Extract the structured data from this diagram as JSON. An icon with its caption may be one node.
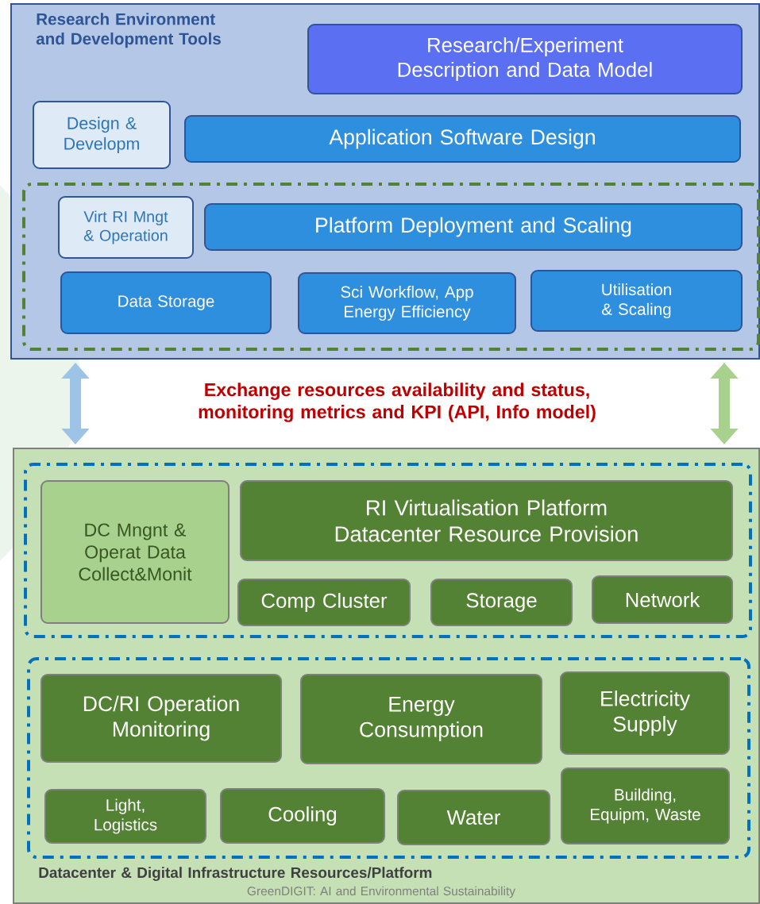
{
  "diagram": {
    "nodes": [
      {
        "text": [
          "Research Environment and Development Tools"
        ]
      },
      {
        "text": [
          "Research/Experiment Description and Data Model"
        ],
        "in": 0
      },
      {
        "text": [
          "Design & Developm"
        ],
        "in": 0
      },
      {
        "text": [
          "Application Software Design"
        ],
        "in": 0
      },
      {
        "text": [],
        "shape": "box",
        "in": 0
      },
      {
        "text": [
          "Virt RI Mngt & Operation"
        ],
        "in": 4
      },
      {
        "text": [
          "Platform Deployment and Scaling"
        ],
        "in": 4
      },
      {
        "text": [
          "Data Storage"
        ],
        "in": 4
      },
      {
        "text": [
          "Sci Workflow, App Energy Efficiency"
        ],
        "in": 4
      },
      {
        "text": [
          "Utilisation & Scaling"
        ],
        "in": 4
      },
      {
        "text": [
          "Datacenter & Digital Infrastructure Resources/Platform"
        ]
      },
      {
        "text": [],
        "shape": "box",
        "in": 10
      },
      {
        "text": [
          "DC Mngnt & Operat Data Collect&Monit"
        ],
        "in": 11
      },
      {
        "text": [
          "RI Virtualisation Platform Datacenter Resource Provision"
        ],
        "in": 11
      },
      {
        "text": [
          "Comp Cluster"
        ],
        "in": 11
      },
      {
        "text": [
          "Storage"
        ],
        "in": 11
      },
      {
        "text": [
          "Network"
        ],
        "in": 11
      },
      {
        "text": [],
        "shape": "box",
        "in": 10
      },
      {
        "text": [
          "DC/RI Operation Monitoring"
        ],
        "in": 17
      },
      {
        "text": [
          "Energy Consumption"
        ],
        "in": 17
      },
      {
        "text": [
          "Electricity Supply"
        ],
        "in": 17
      },
      {
        "text": [
          "Light, Logistics"
        ],
        "in": 17
      },
      {
        "text": [
          "Cooling"
        ],
        "in": 17
      },
      {
        "text": [
          "Water"
        ],
        "in": 17
      },
      {
        "text": [
          "Building, Equipm, Waste"
        ],
        "in": 17
      }
    ],
    "edges": [
      {
        "from": 0,
        "to": 10,
        "arrow": "both",
        "color": "#9dc3e6"
      },
      {
        "from": 0,
        "to": 10,
        "arrow": "both",
        "color": "#a9d18e"
      }
    ],
    "labels": [
      "Exchange resources availability  and status, monitoring metrics and KPI (API, Info model)",
      "GreenDIGIT: AI and Environmental Sustainability"
    ]
  }
}
